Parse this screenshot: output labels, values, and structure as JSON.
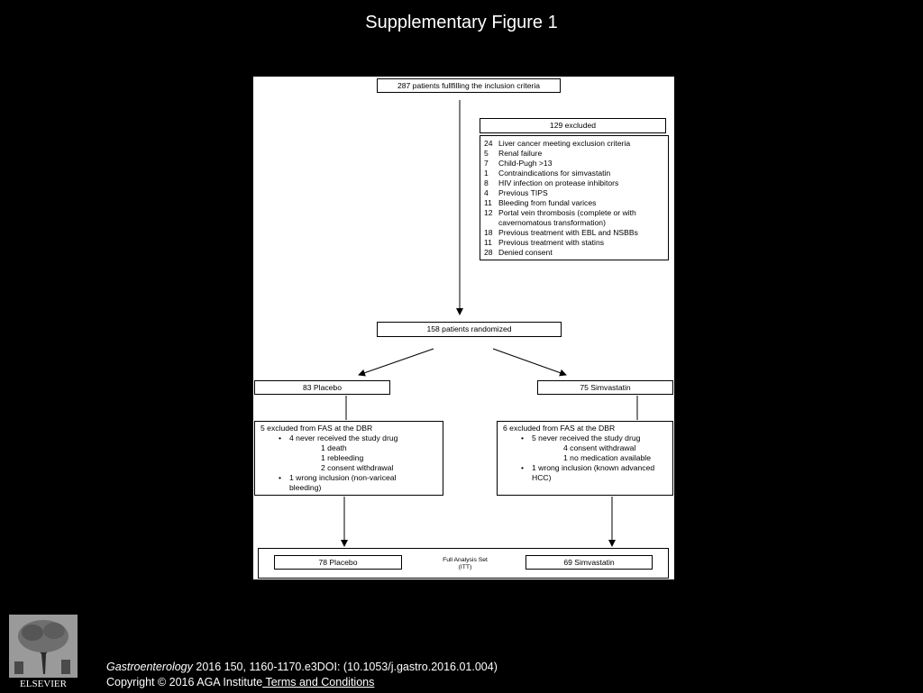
{
  "title": "Supplementary Figure 1",
  "flow": {
    "inclusion": "287 patients fullfilling the inclusion criteria",
    "excluded_title": "129 excluded",
    "exclusions": [
      {
        "n": "24",
        "reason": "Liver cancer meeting exclusion criteria"
      },
      {
        "n": "5",
        "reason": "Renal failure"
      },
      {
        "n": "7",
        "reason": "Child-Pugh >13"
      },
      {
        "n": "1",
        "reason": "Contraindications for simvastatin"
      },
      {
        "n": "8",
        "reason": "HIV infection on protease inhibitors"
      },
      {
        "n": "4",
        "reason": "Previous TIPS"
      },
      {
        "n": "11",
        "reason": "Bleeding from fundal varices"
      },
      {
        "n": "12",
        "reason": "Portal vein thrombosis (complete or with cavernomatous transformation)"
      },
      {
        "n": "18",
        "reason": "Previous treatment with EBL and NSBBs"
      },
      {
        "n": "11",
        "reason": "Previous treatment with statins"
      },
      {
        "n": "28",
        "reason": "Denied consent"
      }
    ],
    "randomized": "158 patients randomized",
    "placebo": {
      "arm": "83 Placebo",
      "excluded_header": "5 excluded from FAS at the DBR",
      "bullet_1": "4 never received the study drug",
      "sub_items": [
        "1 death",
        "1 rebleeding",
        "2 consent withdrawal"
      ],
      "bullet_2": "1 wrong inclusion (non-variceal bleeding)",
      "final": "78 Placebo"
    },
    "simvastatin": {
      "arm": "75 Simvastatin",
      "excluded_header": "6 excluded from FAS at the DBR",
      "bullet_1": "5 never received the study drug",
      "sub_items": [
        "4 consent withdrawal",
        "1 no medication available"
      ],
      "bullet_2": "1 wrong inclusion (known advanced HCC)",
      "final": "69 Simvastatin"
    },
    "fas_label_line1": "Full Analysis Set",
    "fas_label_line2": "(ITT)"
  },
  "caption": {
    "journal": "Gastroenterology",
    "citation": " 2016 150, 1160-1170.e3DOI: (10.1053/j.gastro.2016.01.004)",
    "copyright": "Copyright © 2016 AGA Institute",
    "terms_link": " Terms and Conditions"
  },
  "logo": {
    "text": "ELSEVIER",
    "icon": "elsevier-tree-icon"
  }
}
